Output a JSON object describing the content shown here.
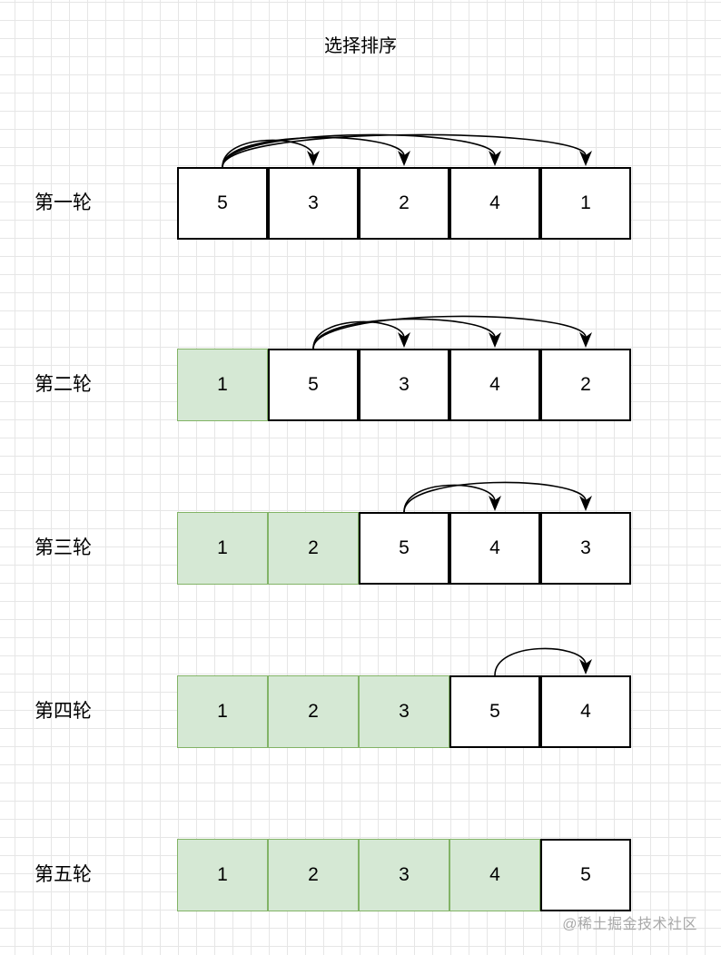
{
  "title": "选择排序",
  "rounds": [
    {
      "label": "第一轮",
      "values": [
        5,
        3,
        2,
        4,
        1
      ],
      "sorted_count": 0
    },
    {
      "label": "第二轮",
      "values": [
        1,
        5,
        3,
        4,
        2
      ],
      "sorted_count": 1
    },
    {
      "label": "第三轮",
      "values": [
        1,
        2,
        5,
        4,
        3
      ],
      "sorted_count": 2
    },
    {
      "label": "第四轮",
      "values": [
        1,
        2,
        3,
        5,
        4
      ],
      "sorted_count": 3
    },
    {
      "label": "第五轮",
      "values": [
        1,
        2,
        3,
        4,
        5
      ],
      "sorted_count": 4
    }
  ],
  "colors": {
    "sorted_fill": "#d5e8d4",
    "sorted_border": "#82b366",
    "unsorted_border": "#000000"
  },
  "watermark": "@稀土掘金技术社区"
}
